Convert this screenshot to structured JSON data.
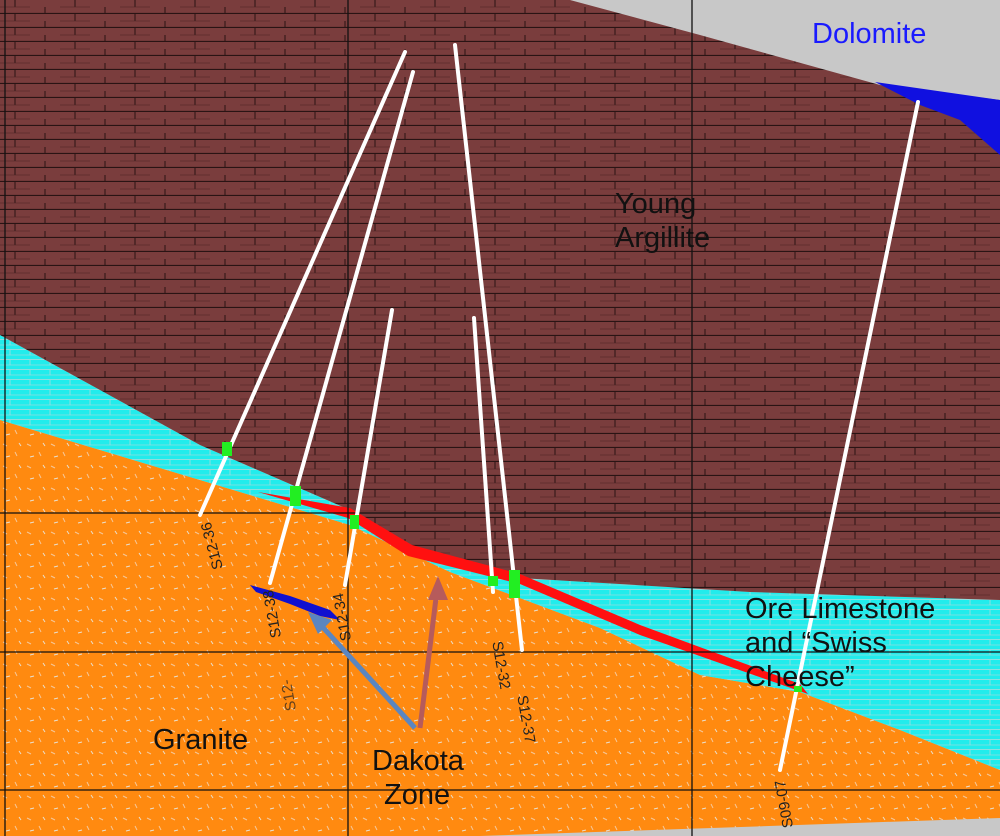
{
  "units": {
    "dolomite": "Dolomite",
    "young_argillite": "Young Argillite",
    "young_argillite_line1": "Young",
    "young_argillite_line2": "Argillite",
    "ore_limestone_line1": "Ore Limestone",
    "ore_limestone_line2": "and “Swiss",
    "ore_limestone_line3": "Cheese”",
    "granite": "Granite",
    "dakota_line1": "Dakota",
    "dakota_line2": "Zone"
  },
  "drill_holes": [
    "S12-36",
    "S12-38",
    "S12-34",
    "S12-",
    "S12-32",
    "S12-37",
    "S09-07"
  ],
  "colors": {
    "argillite": "#7a3d3d",
    "limestone": "#22ecec",
    "granite": "#ff8a10",
    "dolomite": "#1010e0",
    "background": "#c8c8c8",
    "ore": "#ff1010",
    "intercept": "#22ee22",
    "dolomite_text": "#1a1aff",
    "arrow_blue": "#5b86c0",
    "arrow_red": "#b65b5b"
  }
}
